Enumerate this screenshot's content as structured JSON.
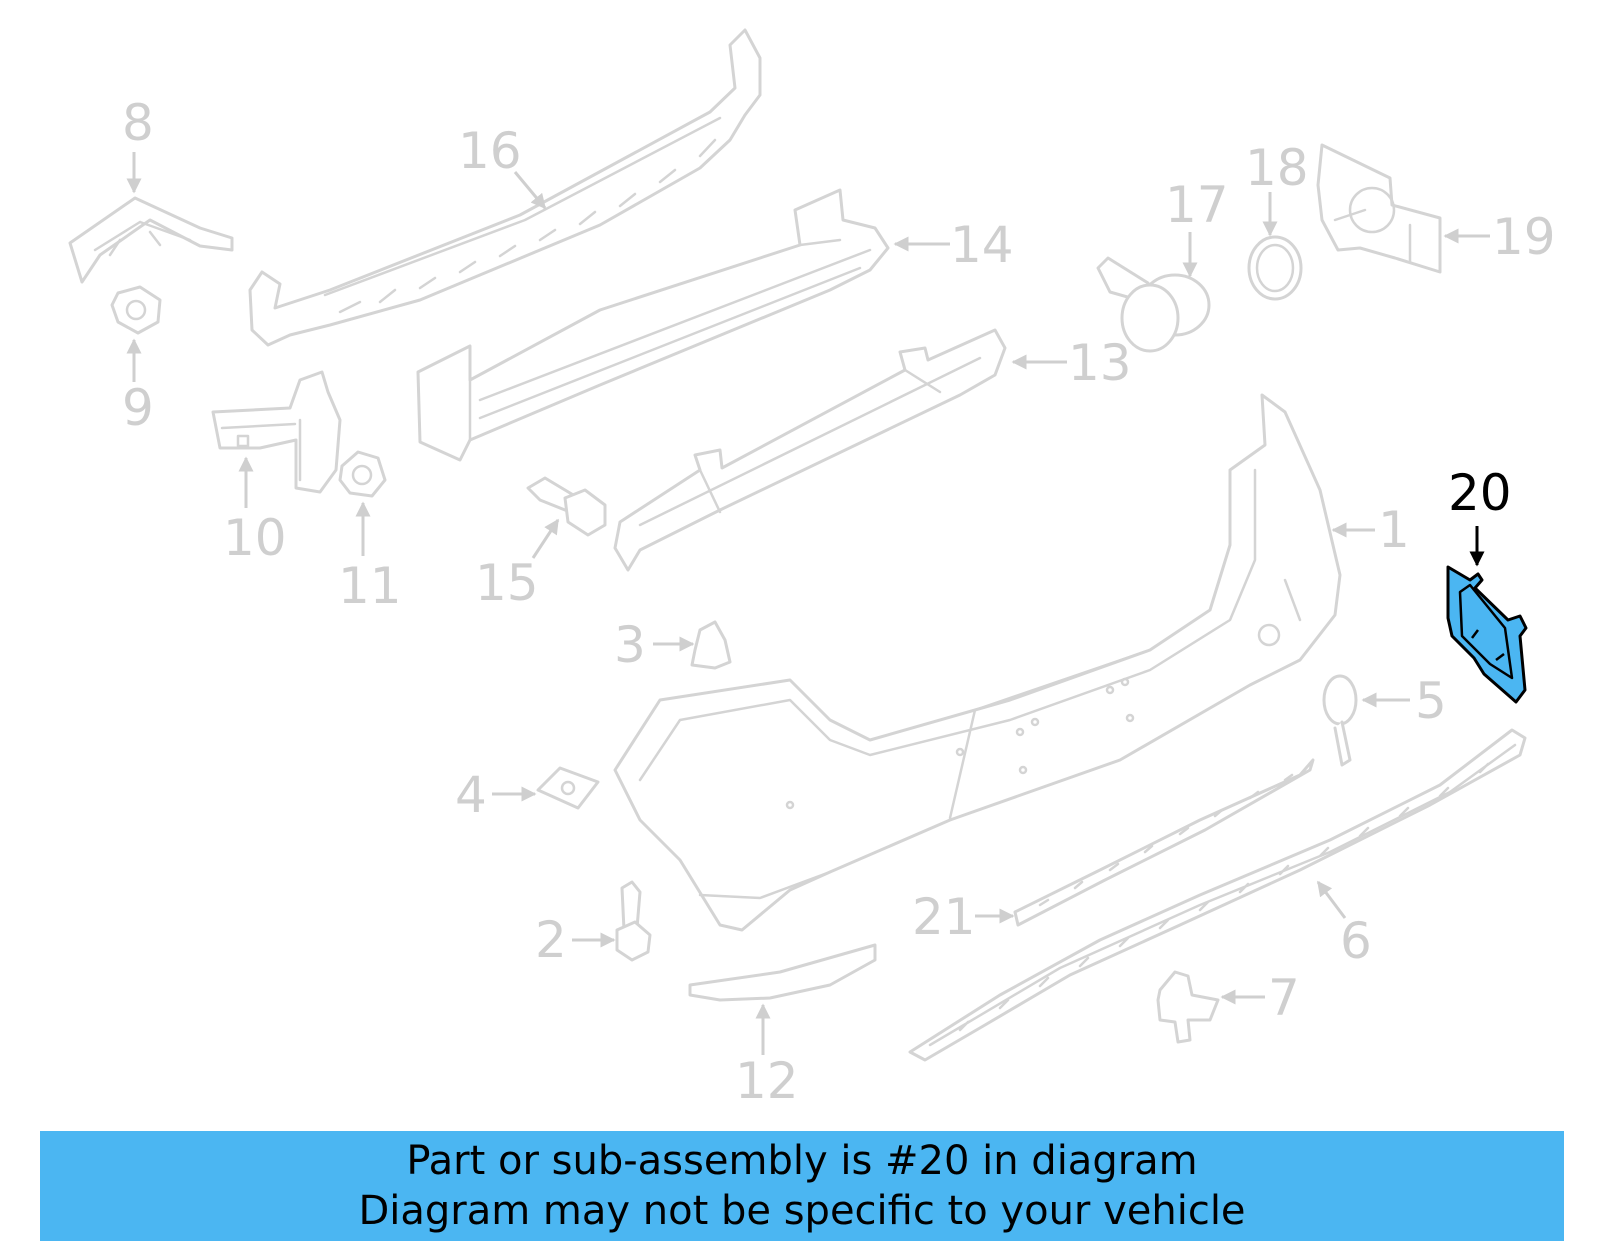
{
  "callouts": {
    "c1": "1",
    "c2": "2",
    "c3": "3",
    "c4": "4",
    "c5": "5",
    "c6": "6",
    "c7": "7",
    "c8": "8",
    "c9": "9",
    "c10": "10",
    "c11": "11",
    "c12": "12",
    "c13": "13",
    "c14": "14",
    "c15": "15",
    "c16": "16",
    "c17": "17",
    "c18": "18",
    "c19": "19",
    "c20": "20",
    "c21": "21"
  },
  "highlighted_part": "20",
  "colors": {
    "highlight": "#4bb6f2",
    "banner": "#4bb6f2",
    "inactive": "#cfcfcf"
  },
  "banner": {
    "line1": "Part or sub-assembly is #20 in diagram",
    "line2": "Diagram may not be specific to your vehicle"
  }
}
